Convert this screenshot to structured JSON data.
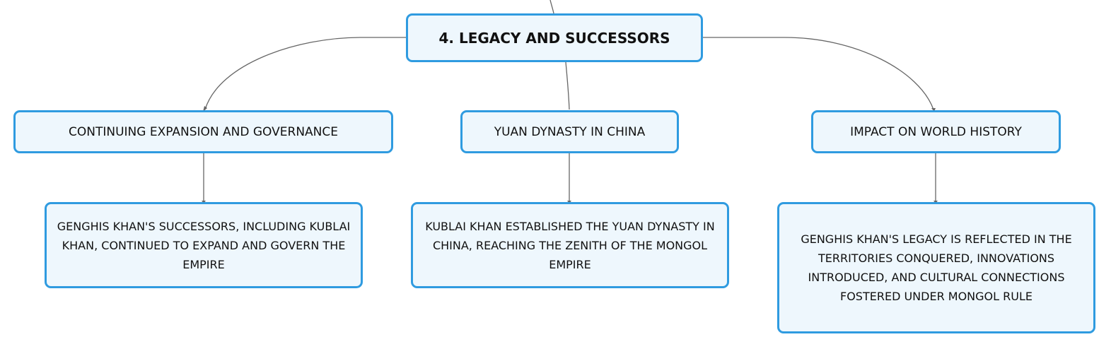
{
  "root": {
    "title": "4. LEGACY AND SUCCESSORS"
  },
  "branches": [
    {
      "label": "CONTINUING EXPANSION AND GOVERNANCE",
      "detail": "GENGHIS KHAN'S SUCCESSORS, INCLUDING KUBLAI KHAN, CONTINUED TO EXPAND AND GOVERN THE EMPIRE"
    },
    {
      "label": "YUAN DYNASTY IN CHINA",
      "detail": "KUBLAI KHAN ESTABLISHED THE YUAN DYNASTY IN CHINA, REACHING THE ZENITH OF THE MONGOL EMPIRE"
    },
    {
      "label": "IMPACT ON WORLD HISTORY",
      "detail": "GENGHIS KHAN'S LEGACY IS REFLECTED IN THE TERRITORIES CONQUERED, INNOVATIONS INTRODUCED, AND CULTURAL CONNECTIONS FOSTERED UNDER MONGOL RULE"
    }
  ],
  "colors": {
    "border": "#2f9be0",
    "fill": "#eef7fd",
    "connector": "#666666"
  }
}
